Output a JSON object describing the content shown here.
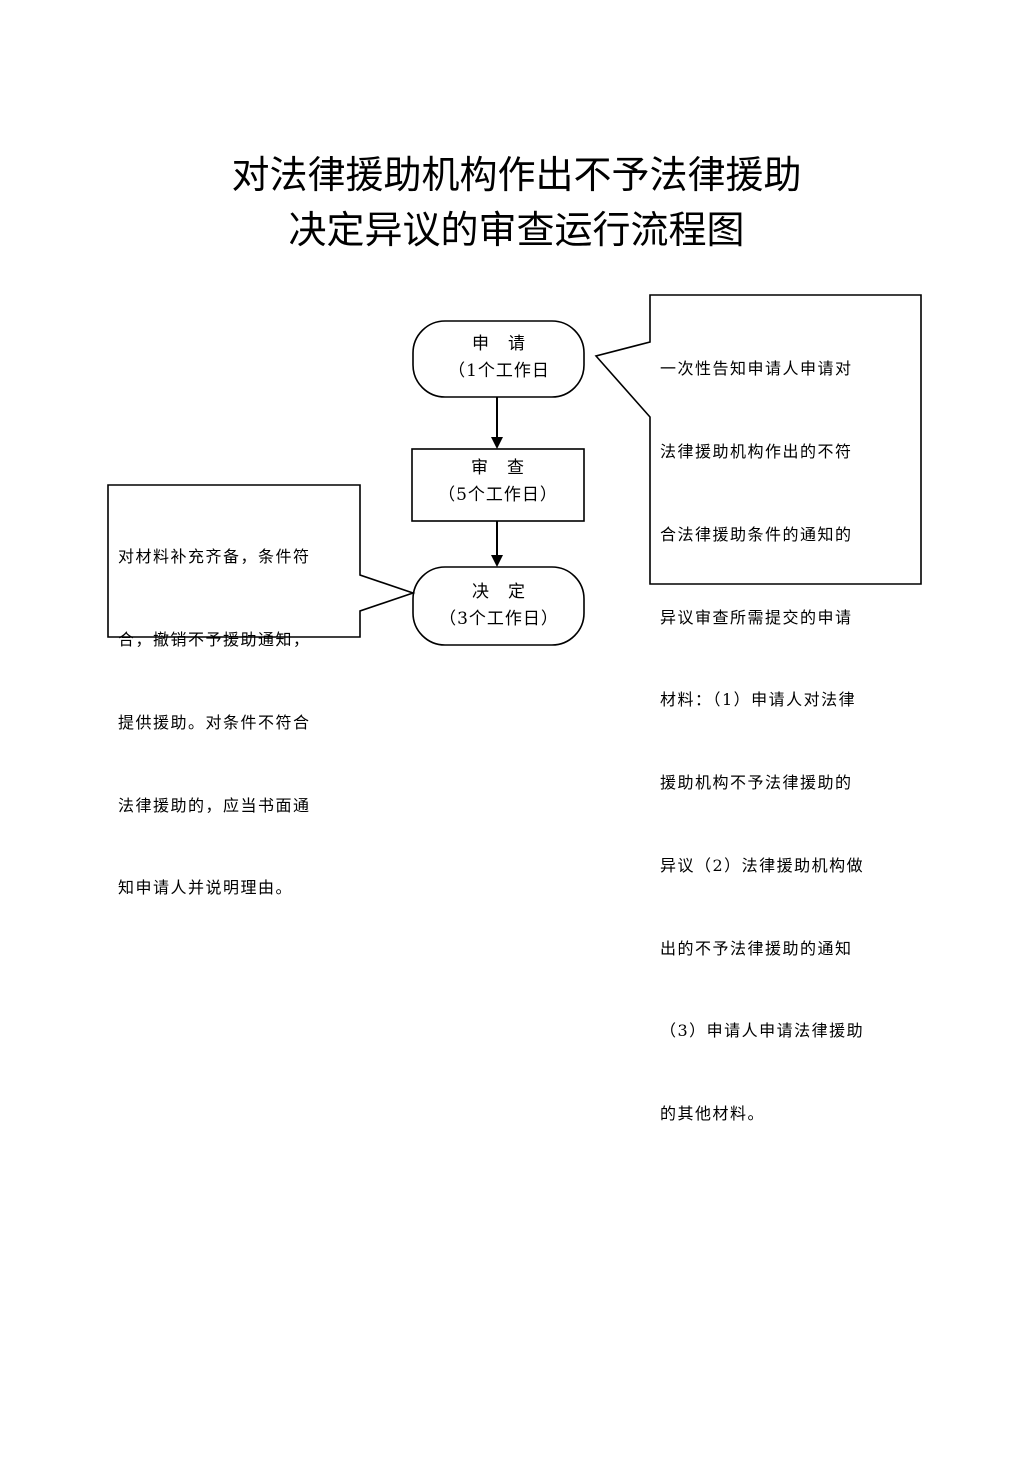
{
  "title": {
    "line1": "对法律援助机构作出不予法律援助",
    "line2": "决定异议的审查运行流程图"
  },
  "nodes": {
    "apply": {
      "label": "申　请",
      "duration": "（1个工作日"
    },
    "review": {
      "label": "审　查",
      "duration": "（5个工作日）"
    },
    "decide": {
      "label": "决　定",
      "duration": "（3个工作日）"
    }
  },
  "notes": {
    "right": {
      "lines": [
        "一次性告知申请人申请对",
        "法律援助机构作出的不符",
        "合法律援助条件的通知的",
        "异议审查所需提交的申请",
        "材料：（1）申请人对法律",
        "援助机构不予法律援助的",
        "异议（2）法律援助机构做",
        "出的不予法律援助的通知",
        "（3）申请人申请法律援助",
        "的其他材料。"
      ]
    },
    "left": {
      "lines": [
        "对材料补充齐备，条件符",
        "合，撤销不予援助通知，",
        "提供援助。对条件不符合",
        "法律援助的，应当书面通",
        "知申请人并说明理由。"
      ]
    }
  }
}
